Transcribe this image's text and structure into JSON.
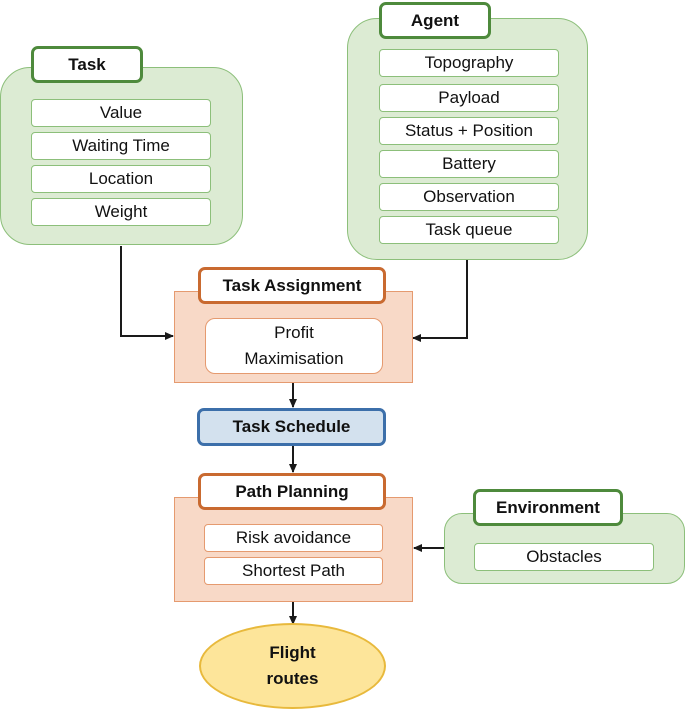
{
  "colors": {
    "green_fill": "#dcebd3",
    "green_border": "#4e8a3c",
    "orange_fill": "#f8d9c7",
    "orange_border": "#c96a30",
    "blue_fill": "#d3e1ee",
    "blue_border": "#3c6faa",
    "yellow_fill": "#fde59a",
    "yellow_border": "#e8b93c",
    "arrow": "#1a1a1a"
  },
  "task": {
    "title": "Task",
    "items": [
      "Value",
      "Waiting Time",
      "Location",
      "Weight"
    ]
  },
  "agent": {
    "title": "Agent",
    "items": [
      "Topography",
      "Payload",
      "Status + Position",
      "Battery",
      "Observation",
      "Task queue"
    ]
  },
  "task_assignment": {
    "title": "Task Assignment",
    "item_line1": "Profit",
    "item_line2": "Maximisation"
  },
  "task_schedule": {
    "title": "Task Schedule"
  },
  "path_planning": {
    "title": "Path Planning",
    "items": [
      "Risk avoidance",
      "Shortest Path"
    ]
  },
  "environment": {
    "title": "Environment",
    "items": [
      "Obstacles"
    ]
  },
  "output": {
    "line1": "Flight",
    "line2": "routes"
  }
}
